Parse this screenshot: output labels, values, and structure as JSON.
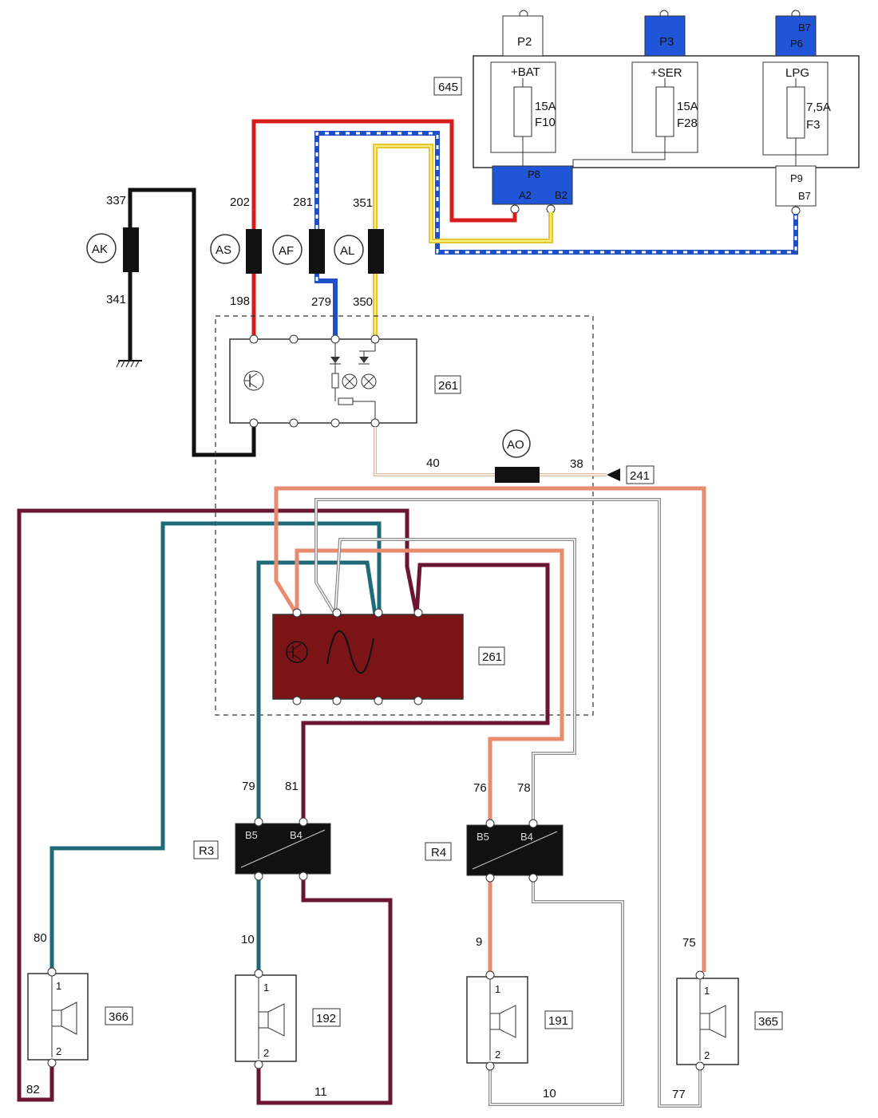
{
  "fusebox": {
    "id": "645",
    "pins_top": [
      "P2",
      "P3",
      "B7",
      "P6"
    ],
    "cells": [
      {
        "name": "+BAT",
        "rating": "15A",
        "fuse": "F10"
      },
      {
        "name": "+SER",
        "rating": "15A",
        "fuse": "F28"
      },
      {
        "name": "LPG",
        "rating": "7,5A",
        "fuse": "F3"
      }
    ],
    "connector_p8": {
      "name": "P8",
      "pin_a": "A2",
      "pin_b": "B2"
    },
    "connector_p9": {
      "name": "P9",
      "pin": "B7"
    }
  },
  "connectors": {
    "AK": "AK",
    "AS": "AS",
    "AF": "AF",
    "AL": "AL",
    "AO": "AO"
  },
  "wire_numbers": {
    "w337": "337",
    "w341": "341",
    "w202": "202",
    "w198": "198",
    "w281": "281",
    "w279": "279",
    "w351": "351",
    "w350": "350",
    "w40": "40",
    "w38": "38",
    "w79": "79",
    "w81": "81",
    "w76": "76",
    "w78": "78",
    "w80": "80",
    "w82": "82",
    "w10a": "10",
    "w11": "11",
    "w9": "9",
    "w10b": "10",
    "w75": "75",
    "w77": "77"
  },
  "components": {
    "unit_top": "261",
    "unit_amp": "261",
    "ref_241": "241",
    "relay_r3": {
      "label": "R3",
      "pin_left": "B5",
      "pin_right": "B4"
    },
    "relay_r4": {
      "label": "R4",
      "pin_left": "B5",
      "pin_right": "B4"
    },
    "speakers": [
      {
        "id": "366",
        "pin1": "1",
        "pin2": "2"
      },
      {
        "id": "192",
        "pin1": "1",
        "pin2": "2"
      },
      {
        "id": "191",
        "pin1": "1",
        "pin2": "2"
      },
      {
        "id": "365",
        "pin1": "1",
        "pin2": "2"
      }
    ]
  },
  "colors": {
    "red": "#d61c1c",
    "blue": "#1f4fc8",
    "yellow": "#f2df38",
    "black": "#111111",
    "maroon": "#6b1630",
    "amp_fill": "#7a1417",
    "fuse_blue": "#1f55d6",
    "salmon": "#e98b6e",
    "teal": "#1f6a78",
    "grey": "#8a8a8a"
  }
}
